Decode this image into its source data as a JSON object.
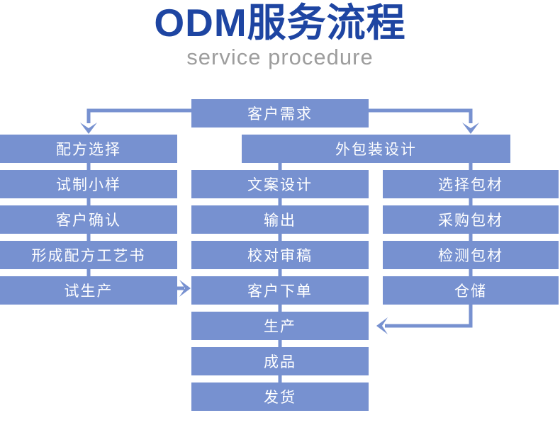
{
  "header": {
    "title": "ODM服务流程",
    "subtitle": "service procedure"
  },
  "colors": {
    "box_fill": "#7791d0",
    "title_blue": "#1e45a2",
    "subtitle_gray": "#9d9d9d",
    "box_text": "#ffffff",
    "background": "#ffffff"
  },
  "flowchart": {
    "nodes": {
      "customer_demand": "客户需求",
      "packaging_design": "外包装设计",
      "formula_selection": "配方选择",
      "trial_sample": "试制小样",
      "customer_confirm": "客户确认",
      "formula_process_doc": "形成配方工艺书",
      "trial_production": "试生产",
      "copywriting_design": "文案设计",
      "output": "输出",
      "proofreading_review": "校对审稿",
      "customer_order": "客户下单",
      "production": "生产",
      "finished_goods": "成品",
      "shipment": "发货",
      "select_packaging": "选择包材",
      "purchase_packaging": "采购包材",
      "inspect_packaging": "检测包材",
      "warehousing": "仓储"
    }
  }
}
